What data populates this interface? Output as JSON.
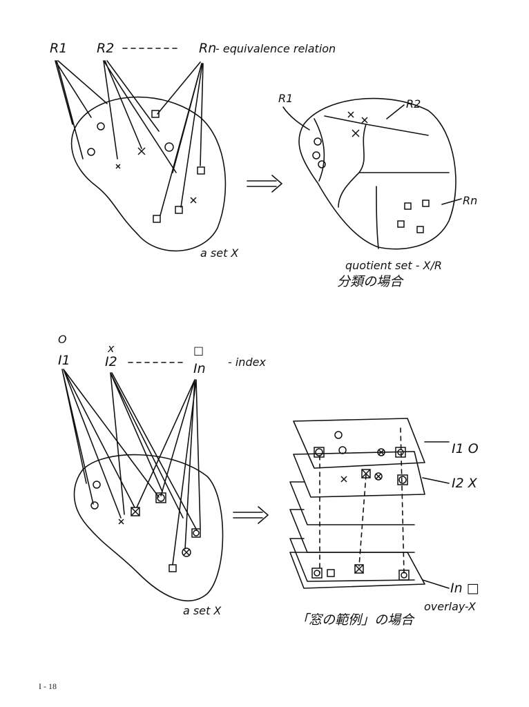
{
  "top": {
    "labels": {
      "r1": "R1",
      "r2": "R2",
      "rn": "Rn",
      "relation": "- equivalence relation"
    },
    "set_label": "a set X",
    "quotient": {
      "r1": "R1",
      "r2": "R2",
      "rn": "Rn",
      "caption": "quotient set - X/R",
      "caption_ja": "分類の場合"
    }
  },
  "bottom": {
    "labels": {
      "s1": "O",
      "s2": "x",
      "sn": "□",
      "i1": "I1",
      "i2": "I2",
      "in": "In",
      "index": "- index"
    },
    "set_label": "a set X",
    "layers": {
      "l1": "I1 O",
      "l2": "I2 X",
      "ln": "In □"
    },
    "overlay": "overlay-X",
    "caption_ja": "「窓の範例」の場合"
  },
  "page_number": "I - 18"
}
